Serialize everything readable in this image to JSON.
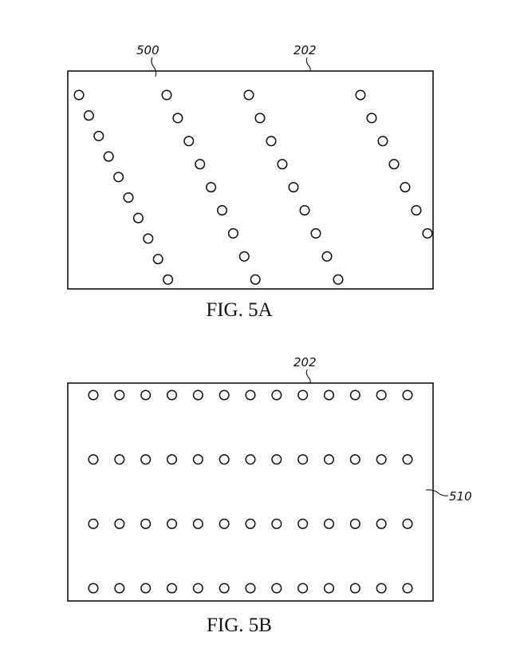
{
  "figures": [
    {
      "caption": "FIG. 5A",
      "labels": {
        "pattern": "500",
        "substrate": "202"
      },
      "pattern": "diagonal",
      "diagonal_column_dot_counts": [
        10,
        9,
        9,
        7
      ]
    },
    {
      "caption": "FIG. 5B",
      "labels": {
        "substrate": "202",
        "pattern": "510"
      },
      "pattern": "grid",
      "grid_rows": 4,
      "grid_columns": 13
    }
  ]
}
